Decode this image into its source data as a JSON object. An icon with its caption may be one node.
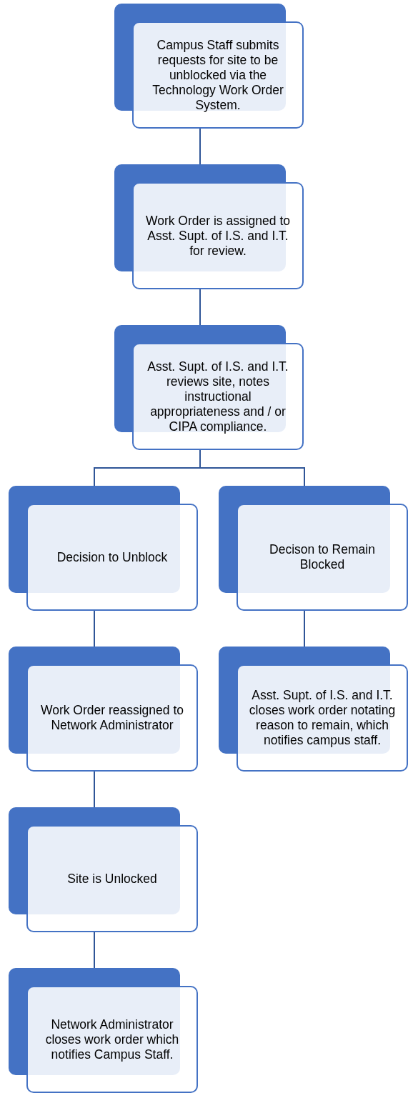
{
  "diagram": {
    "nodes": [
      {
        "text": [
          "Campus Staff submits requests for site to be unblocked via the Technology Work Order System."
        ]
      },
      {
        "text": [
          "Work Order is assigned to Asst. Supt. of I.S. and I.T. for review."
        ]
      },
      {
        "text": [
          "Asst. Supt. of I.S. and I.T. reviews site, notes instructional appropriateness and / or CIPA compliance."
        ]
      },
      {
        "text": [
          "Decision to Unblock"
        ]
      },
      {
        "text": [
          "Decison to Remain Blocked"
        ]
      },
      {
        "text": [
          "Work Order reassigned to Network Administrator"
        ]
      },
      {
        "text": [
          "Asst. Supt. of I.S. and I.T. closes work order notating reason to remain, which notifies campus staff."
        ]
      },
      {
        "text": [
          "Site is Unlocked"
        ]
      },
      {
        "text": [
          "Network Administrator closes work order which notifies Campus Staff."
        ]
      }
    ],
    "edges": [
      {
        "from": 0,
        "to": 1,
        "arrow": "none"
      },
      {
        "from": 1,
        "to": 2,
        "arrow": "none"
      },
      {
        "from": 2,
        "to": 3,
        "arrow": "none"
      },
      {
        "from": 2,
        "to": 4,
        "arrow": "none"
      },
      {
        "from": 3,
        "to": 5,
        "arrow": "none"
      },
      {
        "from": 4,
        "to": 6,
        "arrow": "none"
      },
      {
        "from": 5,
        "to": 7,
        "arrow": "none"
      },
      {
        "from": 7,
        "to": 8,
        "arrow": "none"
      }
    ]
  }
}
